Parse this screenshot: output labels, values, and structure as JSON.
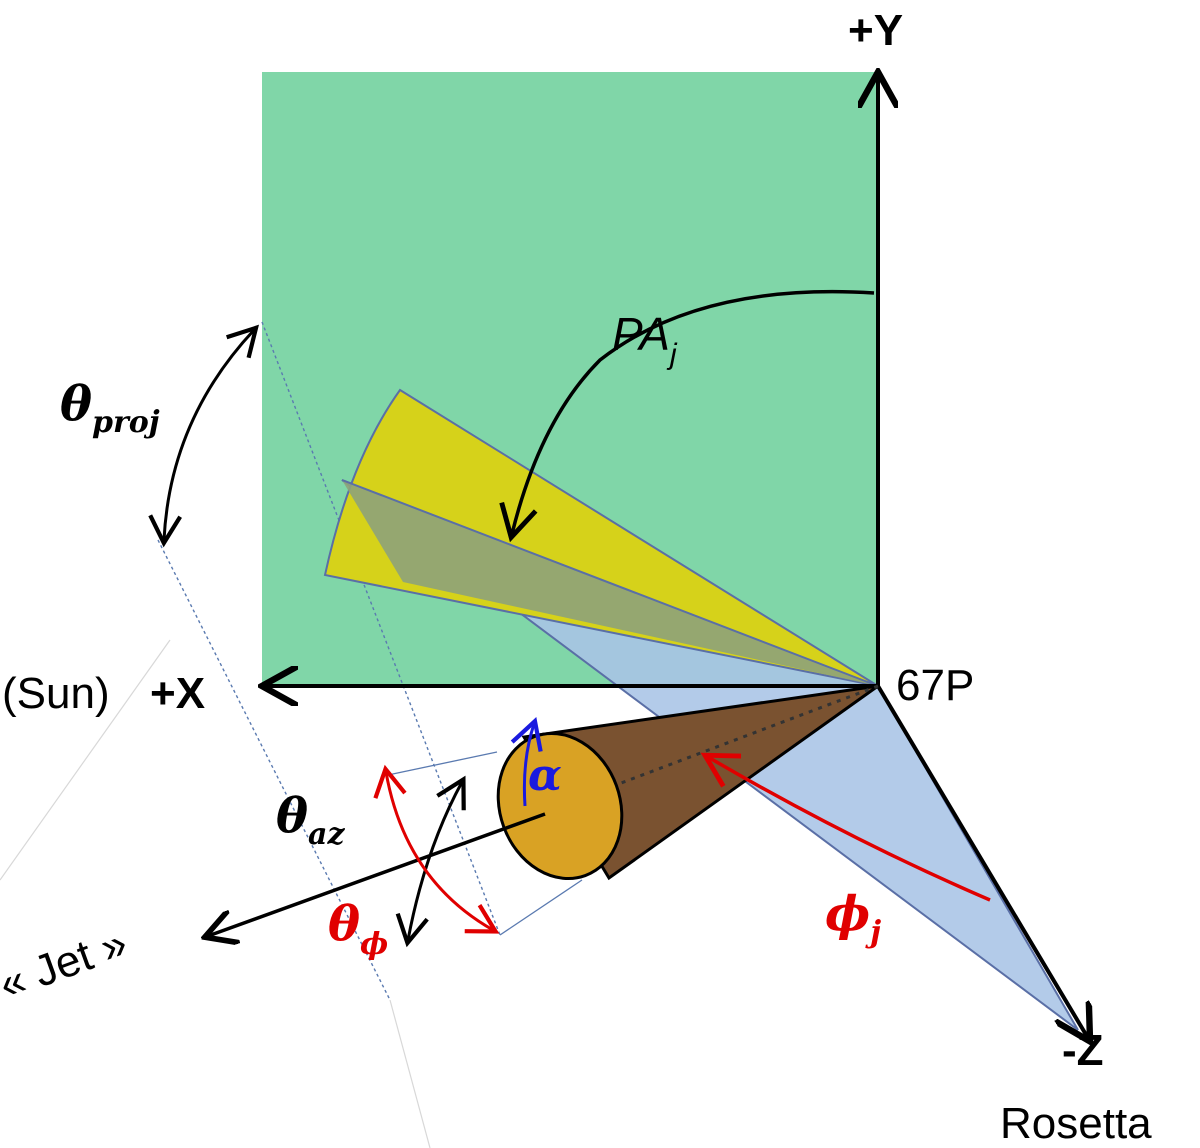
{
  "labels": {
    "axis_y": "+Y",
    "axis_x": "+X",
    "sun": "(Sun)",
    "origin": "67P",
    "axis_z": "-Z",
    "rosetta": "Rosetta",
    "jet": "« Jet »",
    "pa_main": "PA",
    "pa_sub": "j",
    "theta_proj_main": "θ",
    "theta_proj_sub": "proj",
    "theta_az_main": "θ",
    "theta_az_sub": "az",
    "theta_phi_main": "θ",
    "theta_phi_sub": "ϕ",
    "phi_main": "ϕ",
    "phi_sub": "j",
    "alpha": "α"
  },
  "colors": {
    "plane_xy": "#80d6a8",
    "plane_z": "#a8c4e6",
    "yellow_cone": "#d6d21a",
    "brown_cone": "#7a5230",
    "cone_base": "#d9a224",
    "red_arrow": "#e00000",
    "blue_arrow": "#1a1adf",
    "axis": "#000000"
  }
}
